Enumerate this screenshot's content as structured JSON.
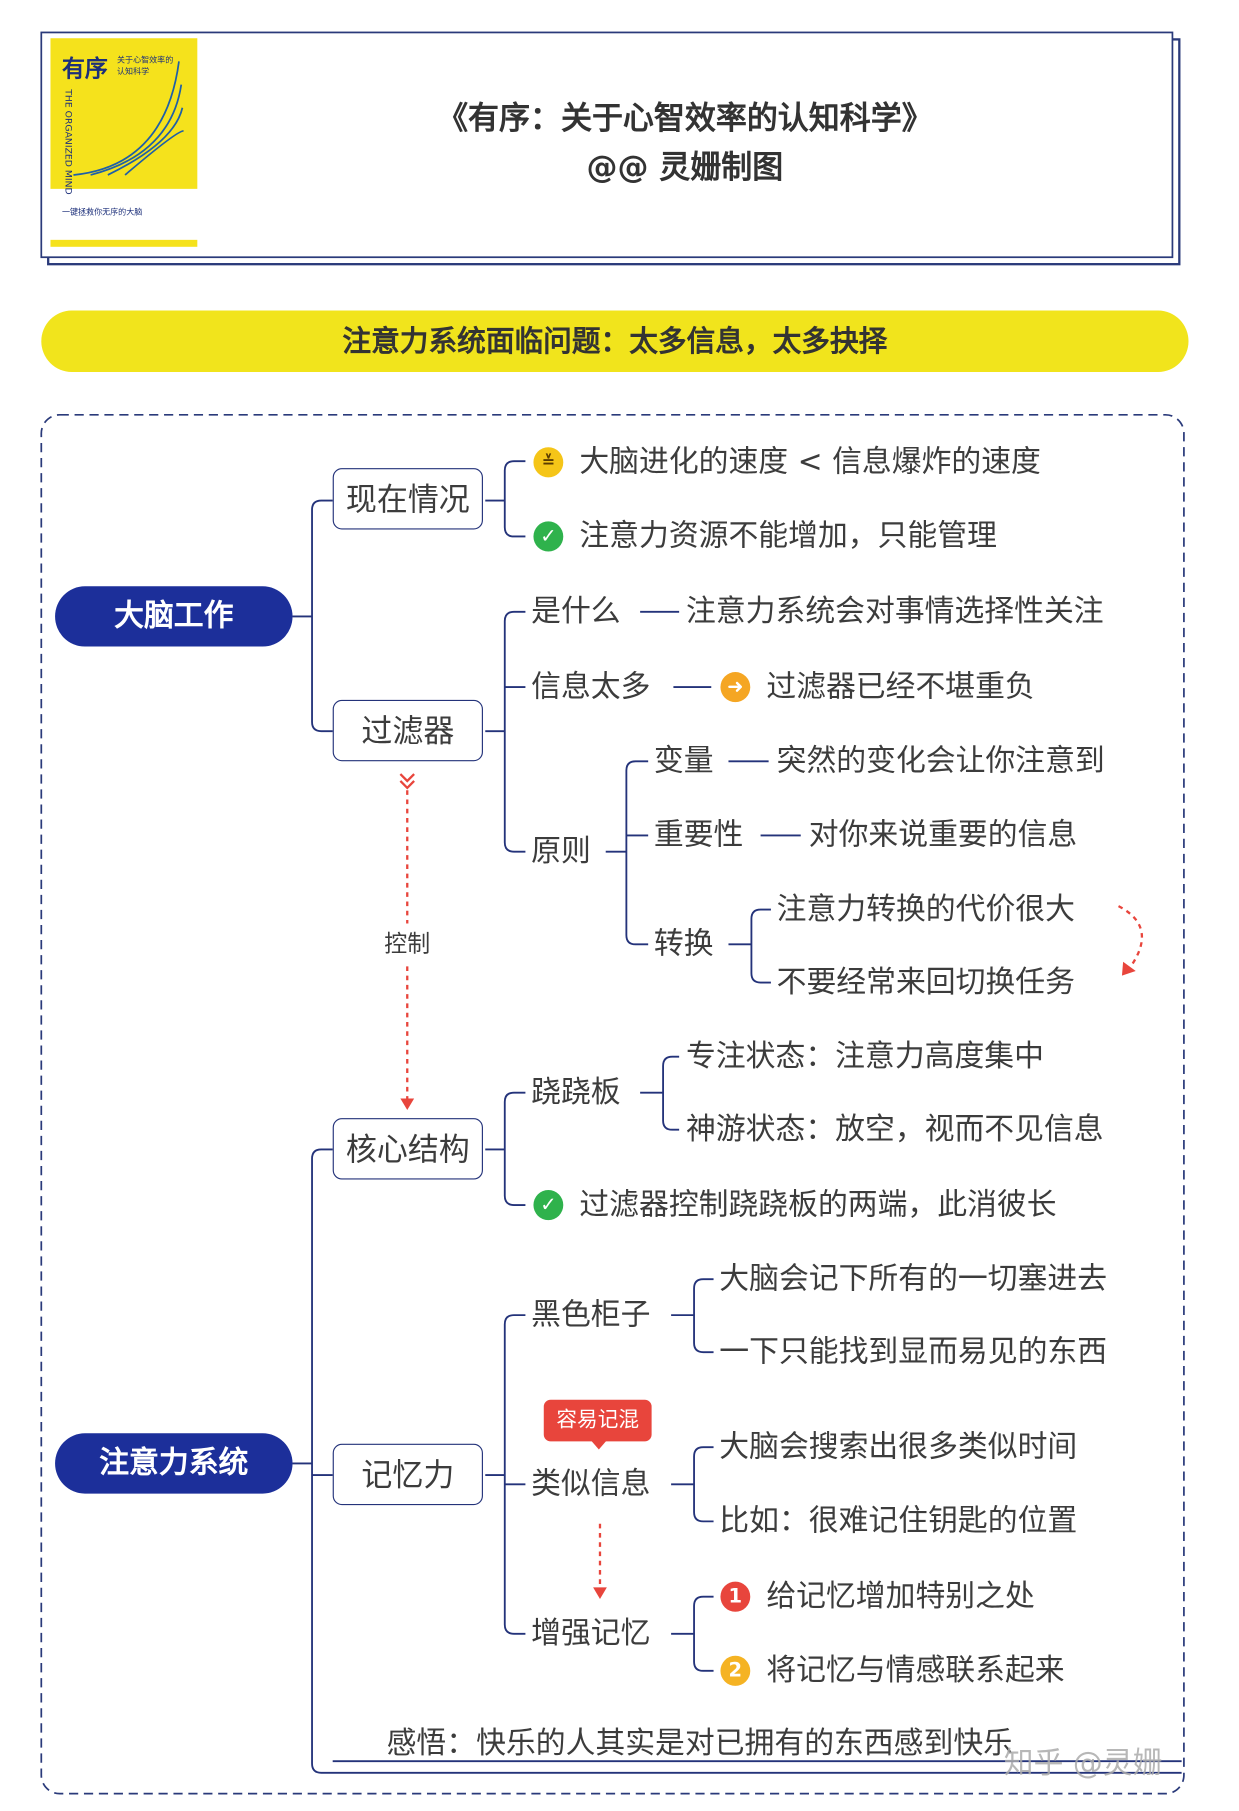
{
  "header": {
    "title": "《有序：关于心智效率的认知科学》",
    "author": "@@ 灵姗制图",
    "book_cover": {
      "title": "有序",
      "subtitle": "关于心智效率的认知科学",
      "english": "THE ORGANIZED MIND",
      "tagline": "一键拯救你无序的大脑"
    }
  },
  "banner": "注意力系统面临问题：太多信息，太多抉择",
  "roots": {
    "brain": "大脑工作",
    "attention": "注意力系统"
  },
  "nodes": {
    "current": {
      "label": "现在情况",
      "items": [
        "大脑进化的速度 < 信息爆炸的速度",
        "注意力资源不能增加，只能管理"
      ]
    },
    "filter": {
      "label": "过滤器",
      "what": {
        "label": "是什么",
        "value": "注意力系统会对事情选择性关注"
      },
      "toomuch": {
        "label": "信息太多",
        "value": "过滤器已经不堪重负"
      },
      "principle": {
        "label": "原则",
        "variable": {
          "label": "变量",
          "value": "突然的变化会让你注意到"
        },
        "importance": {
          "label": "重要性",
          "value": "对你来说重要的信息"
        },
        "switch": {
          "label": "转换",
          "items": [
            "注意力转换的代价很大",
            "不要经常来回切换任务"
          ]
        }
      }
    },
    "control_label": "控制",
    "core": {
      "label": "核心结构",
      "seesaw": {
        "label": "跷跷板",
        "items": [
          "专注状态：注意力高度集中",
          "神游状态：放空，视而不见信息"
        ]
      },
      "note": "过滤器控制跷跷板的两端，此消彼长"
    },
    "memory": {
      "label": "记忆力",
      "blackbox": {
        "label": "黑色柜子",
        "items": [
          "大脑会记下所有的一切塞进去",
          "一下只能找到显而易见的东西"
        ]
      },
      "similar": {
        "label": "类似信息",
        "badge": "容易记混",
        "items": [
          "大脑会搜索出很多类似时间",
          "比如：很难记住钥匙的位置"
        ]
      },
      "enhance": {
        "label": "增强记忆",
        "items": [
          {
            "num": "1",
            "text": "给记忆增加特别之处"
          },
          {
            "num": "2",
            "text": "将记忆与情感联系起来"
          }
        ]
      }
    }
  },
  "insight": "感悟：快乐的人其实是对已拥有的东西感到快乐",
  "watermark": "知乎 @灵姗",
  "colors": {
    "navy": "#1c2f9a",
    "yellow": "#f1e41c",
    "red": "#e8453c",
    "orange": "#f5a623",
    "green": "#2fb24c"
  }
}
